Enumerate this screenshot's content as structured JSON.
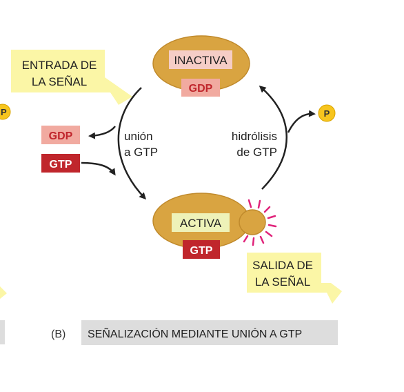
{
  "diagram": {
    "inactive": {
      "label": "INACTIVA",
      "nucleotide": "GDP"
    },
    "active": {
      "label": "ACTIVA",
      "nucleotide": "GTP"
    },
    "input_signal": {
      "line1": "ENTRADA DE",
      "line2": "LA SEÑAL"
    },
    "output_signal": {
      "line1": "SALIDA DE",
      "line2": "LA SEÑAL"
    },
    "binding": {
      "line1": "unión",
      "line2": "a GTP"
    },
    "hydrolysis": {
      "line1": "hidrólisis",
      "line2": "de GTP"
    },
    "gdp_released": "GDP",
    "gtp_entering": "GTP",
    "phosphate_left": "P",
    "phosphate_right": "P"
  },
  "caption": {
    "panel": "(B)",
    "text": "SEÑALIZACIÓN MEDIANTE UNIÓN A GTP"
  },
  "colors": {
    "protein_fill": "#d9a441",
    "protein_stroke": "#c08a2c",
    "label_box": "#f5cdc6",
    "active_label_box": "#eef2b8",
    "gdp_box": "#f1aaa0",
    "gdp_text": "#c0262c",
    "gtp_box": "#c0262c",
    "signal_box": "#fbf6a6",
    "phosphate": "#f7c51e",
    "caption_box": "#dddddd",
    "signal_rays": "#e0237a"
  }
}
